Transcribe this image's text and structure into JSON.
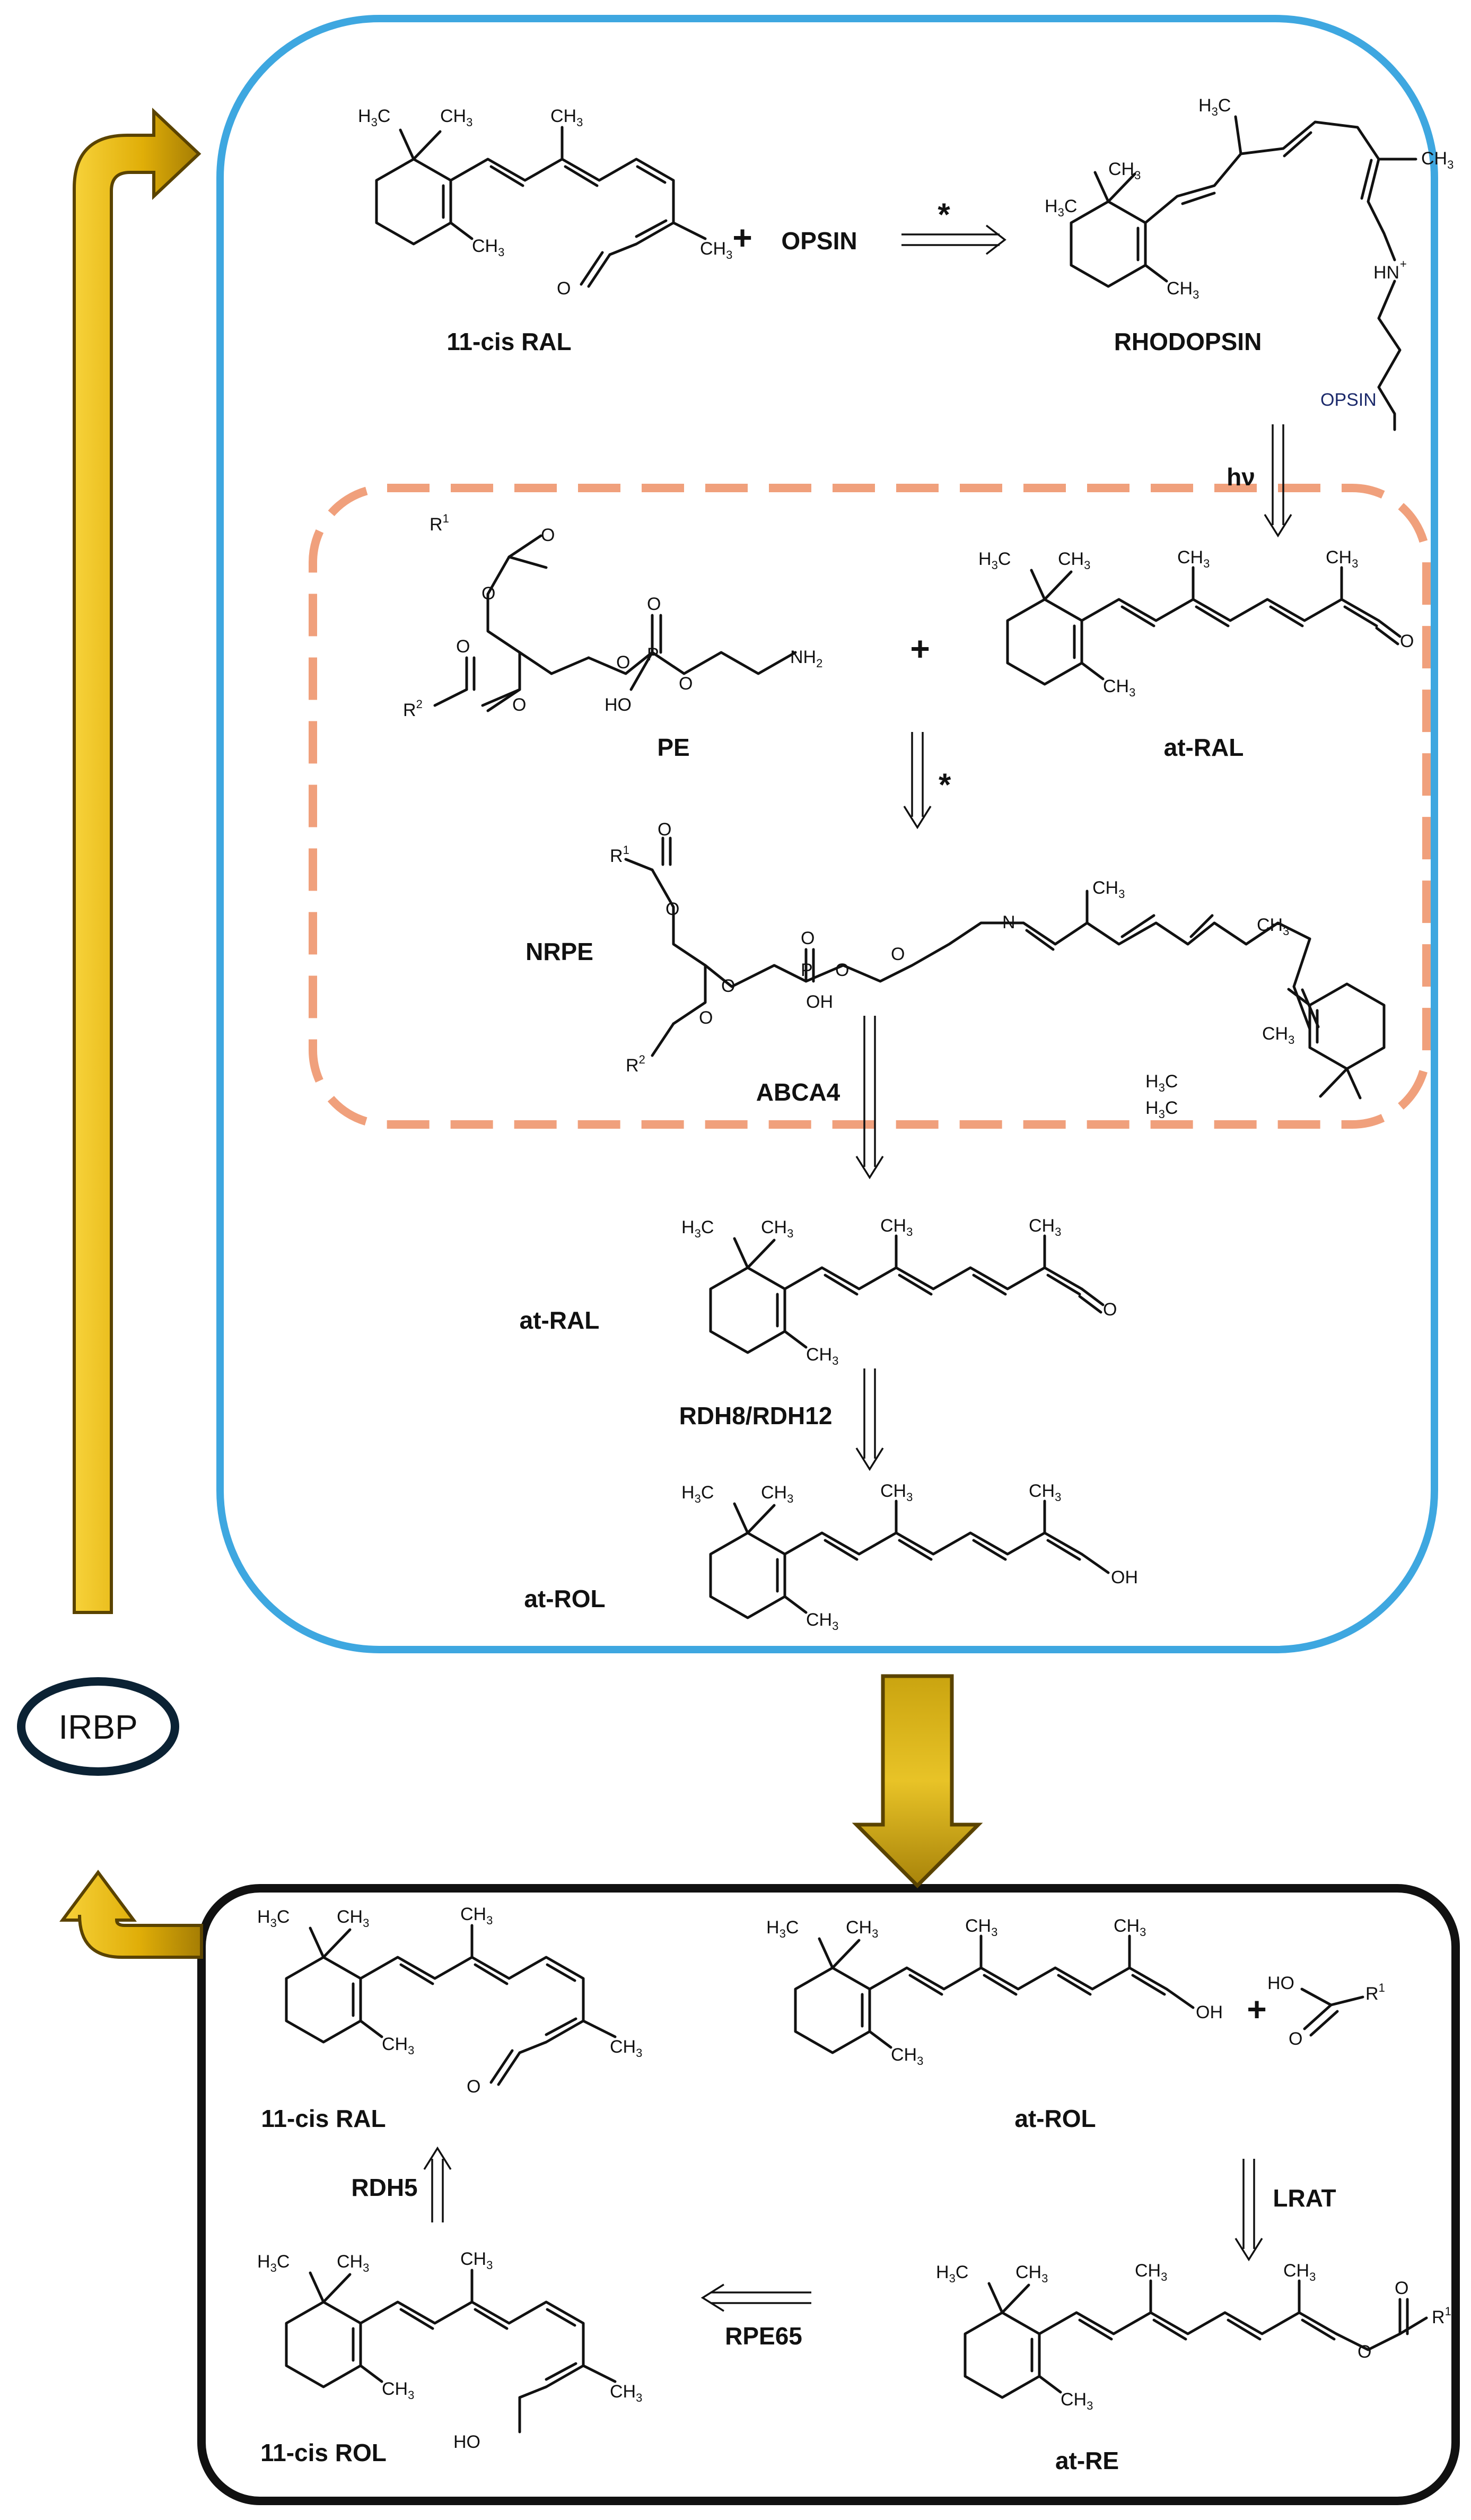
{
  "colors": {
    "visual_cycle_box": "#3ea7e0",
    "rpe_box": "#111111",
    "nrpe_box": "#f0a07c",
    "transport_arrow": "#e5b80b",
    "transport_arrow_dark": "#5a4300"
  },
  "transport": {
    "label": "IRBP"
  },
  "photoreceptor": {
    "reaction1": {
      "substrate": "11-cis RAL",
      "plus": "+",
      "partner": "OPSIN",
      "mark": "*",
      "product": "RHODOPSIN",
      "product_linker": "OPSIN"
    },
    "light_step": "hν",
    "reaction2": {
      "lipid": "PE",
      "plus": "+",
      "aldehyde": "at-RAL",
      "mark": "*",
      "product": "NRPE"
    },
    "transporter": "ABCA4",
    "released": "at-RAL",
    "reductase": "RDH8/RDH12",
    "reduced": "at-ROL"
  },
  "rpe": {
    "input": "at-ROL",
    "plus": "+",
    "acyl_transferase": "LRAT",
    "ester": "at-RE",
    "isomerase": "RPE65",
    "isomer": "11-cis ROL",
    "oxidase": "RDH5",
    "output": "11-cis RAL"
  },
  "atoms": {
    "methyl": "CH",
    "methyl_sub": "3",
    "h3c_h": "H",
    "h3c_sub": "3",
    "h3c_c": "C",
    "oxygen": "O",
    "hydroxyl": "OH",
    "ho": "HO",
    "nitrogen": "N",
    "hn": "HN",
    "plus_charge": "+",
    "phosphorus": "P",
    "amine": "NH",
    "amine_sub": "2",
    "r": "R",
    "r1": "1",
    "r2": "2"
  }
}
